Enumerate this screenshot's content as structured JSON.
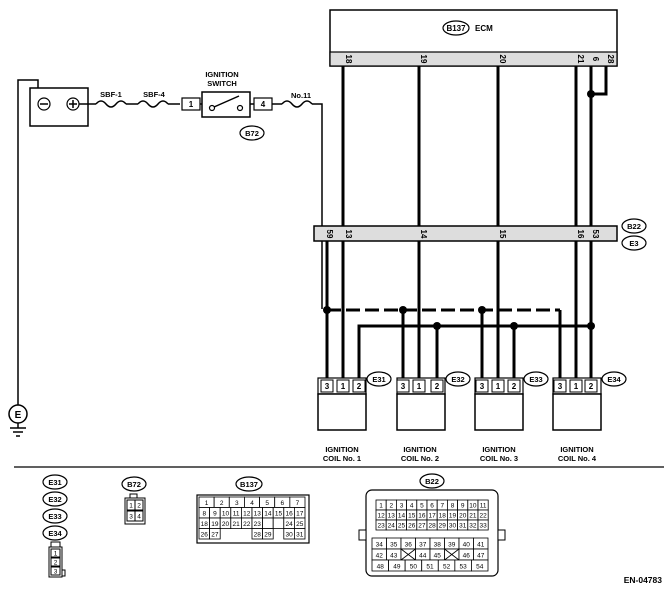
{
  "ecm": {
    "code": "B137",
    "name": "ECM",
    "pins": [
      "18",
      "19",
      "20",
      "21",
      "6",
      "28"
    ]
  },
  "battery": {
    "fuses": [
      "SBF-1",
      "SBF-4"
    ]
  },
  "ignition_switch": {
    "title_line1": "IGNITION",
    "title_line2": "SWITCH",
    "pin_in": "1",
    "pin_out": "4",
    "code": "B72",
    "fuse": "No.11"
  },
  "joint_connector": {
    "codes": [
      "B22",
      "E3"
    ],
    "pins": [
      "59",
      "13",
      "14",
      "15",
      "16",
      "53"
    ]
  },
  "ground": {
    "label": "E"
  },
  "coils": [
    {
      "code": "E31",
      "name_line1": "IGNITION",
      "name_line2": "COIL No. 1",
      "pins": [
        "3",
        "1",
        "2"
      ]
    },
    {
      "code": "E32",
      "name_line1": "IGNITION",
      "name_line2": "COIL No. 2",
      "pins": [
        "3",
        "1",
        "2"
      ]
    },
    {
      "code": "E33",
      "name_line1": "IGNITION",
      "name_line2": "COIL No. 3",
      "pins": [
        "3",
        "1",
        "2"
      ]
    },
    {
      "code": "E34",
      "name_line1": "IGNITION",
      "name_line2": "COIL No. 4",
      "pins": [
        "3",
        "1",
        "2"
      ]
    }
  ],
  "connector_views": {
    "coil_codes": [
      "E31",
      "E32",
      "E33",
      "E34"
    ],
    "coil_pins": [
      "1",
      "2",
      "3"
    ],
    "b72": {
      "code": "B72",
      "pins": [
        "1",
        "2",
        "3",
        "4"
      ]
    },
    "b137": {
      "code": "B137",
      "row1": [
        "1",
        "2",
        "3",
        "4",
        "5",
        "6",
        "7"
      ],
      "row2": [
        "8",
        "9",
        "10",
        "11",
        "12",
        "13",
        "14",
        "15",
        "16",
        "17"
      ],
      "row3": [
        "18",
        "19",
        "20",
        "21",
        "22",
        "23",
        "24",
        "25"
      ],
      "row4": [
        "26",
        "27",
        "28",
        "29",
        "30",
        "31"
      ]
    },
    "b22": {
      "code": "B22",
      "row1": [
        "1",
        "2",
        "3",
        "4",
        "5",
        "6",
        "7",
        "8",
        "9",
        "10",
        "11"
      ],
      "row2": [
        "12",
        "13",
        "14",
        "15",
        "16",
        "17",
        "18",
        "19",
        "20",
        "21",
        "22"
      ],
      "row3": [
        "23",
        "24",
        "25",
        "26",
        "27",
        "28",
        "29",
        "30",
        "31",
        "32",
        "33"
      ],
      "row4": [
        "34",
        "35",
        "36",
        "37",
        "38",
        "39",
        "40",
        "41"
      ],
      "row5": [
        "42",
        "43",
        "44",
        "45",
        "46",
        "47"
      ],
      "row6": [
        "48",
        "49",
        "50",
        "51",
        "52",
        "53",
        "54"
      ]
    }
  },
  "figure_code": "EN-04783"
}
